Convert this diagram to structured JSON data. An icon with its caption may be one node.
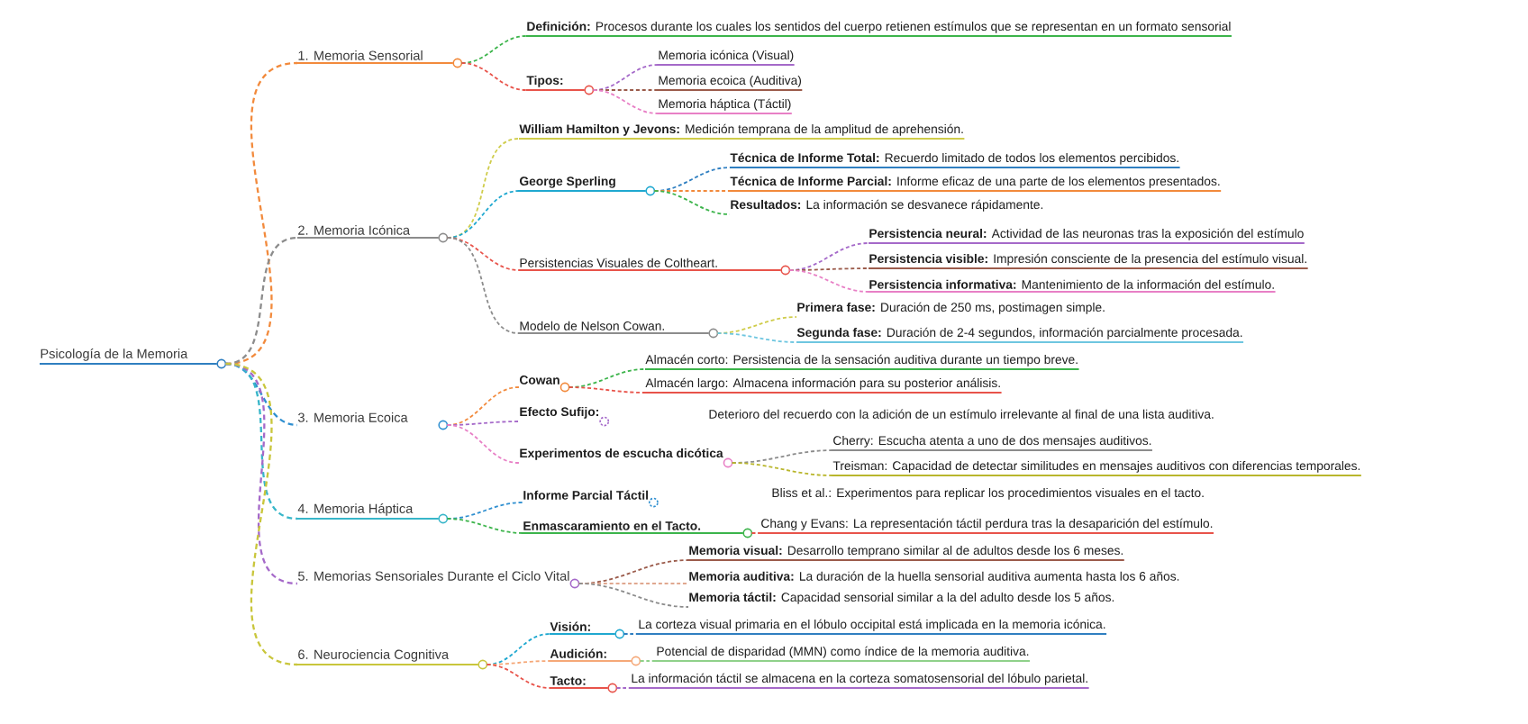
{
  "diagram": {
    "nodes": [
      {
        "text": [
          "Psicología de la Memoria"
        ]
      },
      {
        "text": [
          "1. Memoria Sensorial"
        ]
      },
      {
        "text": [
          "**Definición:** Procesos durante los cuales los sentidos del cuerpo retienen estímulos que se representan en un formato sensorial"
        ]
      },
      {
        "text": [
          "Tipos:"
        ]
      },
      {
        "text": [
          "Memoria icónica (Visual)"
        ]
      },
      {
        "text": [
          "Memoria ecoica (Auditiva)"
        ]
      },
      {
        "text": [
          "Memoria háptica (Táctil)"
        ]
      },
      {
        "text": [
          "2. Memoria Icónica"
        ]
      },
      {
        "text": [
          "**William Hamilton y Jevons:** Medición temprana de la amplitud de aprehensión."
        ]
      },
      {
        "text": [
          "George Sperling"
        ]
      },
      {
        "text": [
          "**Técnica de Informe Total:** Recuerdo limitado de todos los elementos percibidos."
        ]
      },
      {
        "text": [
          "**Técnica de Informe Parcial:** Informe eficaz de una parte de los elementos presentados."
        ]
      },
      {
        "text": [
          "**Resultados:** La información se desvanece rápidamente."
        ]
      },
      {
        "text": [
          "Persistencias Visuales de Coltheart."
        ]
      },
      {
        "text": [
          "**Persistencia neural:** Actividad de las neuronas tras la exposición del estímulo"
        ]
      },
      {
        "text": [
          "**Persistencia visible:** Impresión consciente de la presencia del estímulo visual."
        ]
      },
      {
        "text": [
          "**Persistencia informativa:** Mantenimiento de la información del estímulo."
        ]
      },
      {
        "text": [
          "Modelo de Nelson Cowan."
        ]
      },
      {
        "text": [
          "**Primera fase:** Duración de 250 ms, postimagen simple."
        ]
      },
      {
        "text": [
          "**Segunda fase:** Duración de 2-4 segundos, información parcialmente procesada."
        ]
      },
      {
        "text": [
          "3. Memoria Ecoica"
        ]
      },
      {
        "text": [
          "Cowan"
        ]
      },
      {
        "text": [
          "Almacén corto: Persistencia de la sensación auditiva durante un tiempo breve."
        ]
      },
      {
        "text": [
          "Almacén largo: Almacena información para su posterior análisis."
        ]
      },
      {
        "text": [
          "Efecto Sufijo:"
        ]
      },
      {
        "text": [
          "Experimentos de escucha dicótica"
        ]
      },
      {
        "text": [
          "Cherry: Escucha atenta a uno de dos mensajes auditivos."
        ]
      },
      {
        "text": [
          "Treisman: Capacidad de detectar similitudes en mensajes auditivos con diferencias temporales."
        ]
      },
      {
        "text": [
          "4. Memoria Háptica"
        ]
      },
      {
        "text": [
          "Informe Parcial Táctil"
        ]
      },
      {
        "text": [
          "Enmascaramiento en el Tacto."
        ]
      },
      {
        "text": [
          "Chang y Evans: La representación táctil perdura tras la desaparición del estímulo."
        ]
      },
      {
        "text": [
          "5. Memorias Sensoriales Durante el Ciclo Vital"
        ]
      },
      {
        "text": [
          "**Memoria visual:** Desarrollo temprano similar al de adultos desde los 6 meses."
        ]
      },
      {
        "text": [
          "**Memoria auditiva:** La duración de la huella sensorial auditiva aumenta hasta los 6 años."
        ]
      },
      {
        "text": [
          "**Memoria táctil:** Capacidad sensorial similar a la del adulto desde los 5 años."
        ]
      },
      {
        "text": [
          "6. Neurociencia Cognitiva"
        ]
      },
      {
        "text": [
          "Visión:"
        ]
      },
      {
        "text": [
          "La corteza visual primaria en el lóbulo occipital está implicada en la memoria icónica."
        ]
      },
      {
        "text": [
          "Audición:"
        ]
      },
      {
        "text": [
          "Potencial de disparidad (MMN) como índice de la memoria auditiva."
        ]
      },
      {
        "text": [
          "Tacto:"
        ]
      },
      {
        "text": [
          "La información táctil se almacena en la corteza somatosensorial del lóbulo parietal."
        ]
      }
    ],
    "edges": [
      {
        "from": 0,
        "to": 1,
        "arrow": "none",
        "style": "dashed",
        "color": "#f28a3c"
      },
      {
        "from": 0,
        "to": 7,
        "arrow": "none",
        "style": "dashed",
        "color": "#8c8c8c"
      },
      {
        "from": 0,
        "to": 20,
        "arrow": "none",
        "style": "dashed",
        "color": "#2f8fd0"
      },
      {
        "from": 0,
        "to": 28,
        "arrow": "none",
        "style": "dashed",
        "color": "#38b6c9"
      },
      {
        "from": 0,
        "to": 32,
        "arrow": "none",
        "style": "dashed",
        "color": "#a569c9"
      },
      {
        "from": 0,
        "to": 36,
        "arrow": "none",
        "style": "dashed",
        "color": "#c9c63c"
      },
      {
        "from": 1,
        "to": 2,
        "arrow": "none",
        "style": "dashed",
        "color": "#3cb44b"
      },
      {
        "from": 1,
        "to": 3,
        "arrow": "none",
        "style": "dashed",
        "color": "#e8534a"
      },
      {
        "from": 3,
        "to": 4,
        "arrow": "none",
        "style": "dashed",
        "color": "#a569c9"
      },
      {
        "from": 3,
        "to": 5,
        "arrow": "none",
        "style": "dashed",
        "color": "#9b5b4b"
      },
      {
        "from": 3,
        "to": 6,
        "arrow": "none",
        "style": "dashed",
        "color": "#e880c6"
      },
      {
        "from": 7,
        "to": 8,
        "arrow": "none",
        "style": "dashed",
        "color": "#cfcc4a"
      },
      {
        "from": 7,
        "to": 9,
        "arrow": "none",
        "style": "dashed",
        "color": "#1fa8d0"
      },
      {
        "from": 7,
        "to": 13,
        "arrow": "none",
        "style": "dashed",
        "color": "#e8534a"
      },
      {
        "from": 7,
        "to": 17,
        "arrow": "none",
        "style": "dashed",
        "color": "#8c8c8c"
      },
      {
        "from": 9,
        "to": 10,
        "arrow": "none",
        "style": "dashed",
        "color": "#2f7fc1"
      },
      {
        "from": 9,
        "to": 11,
        "arrow": "none",
        "style": "dashed",
        "color": "#f28a3c"
      },
      {
        "from": 9,
        "to": 12,
        "arrow": "none",
        "style": "dashed",
        "color": "#3cb44b"
      },
      {
        "from": 13,
        "to": 14,
        "arrow": "none",
        "style": "dashed",
        "color": "#a569c9"
      },
      {
        "from": 13,
        "to": 15,
        "arrow": "none",
        "style": "dashed",
        "color": "#9b5b4b"
      },
      {
        "from": 13,
        "to": 16,
        "arrow": "none",
        "style": "dashed",
        "color": "#e880c6"
      },
      {
        "from": 17,
        "to": 18,
        "arrow": "none",
        "style": "dashed",
        "color": "#cfcc4a"
      },
      {
        "from": 17,
        "to": 19,
        "arrow": "none",
        "style": "dashed",
        "color": "#6ec6e0"
      },
      {
        "from": 20,
        "to": 21,
        "arrow": "none",
        "style": "dashed",
        "color": "#f28a3c"
      },
      {
        "from": 20,
        "to": 24,
        "arrow": "none",
        "style": "dashed",
        "color": "#a569c9"
      },
      {
        "from": 20,
        "to": 25,
        "arrow": "none",
        "style": "dashed",
        "color": "#e880c6"
      },
      {
        "from": 21,
        "to": 22,
        "arrow": "none",
        "style": "dashed",
        "color": "#3cb44b"
      },
      {
        "from": 21,
        "to": 23,
        "arrow": "none",
        "style": "dashed",
        "color": "#e8534a"
      },
      {
        "from": 25,
        "to": 26,
        "arrow": "none",
        "style": "dashed",
        "color": "#8c8c8c"
      },
      {
        "from": 25,
        "to": 27,
        "arrow": "none",
        "style": "dashed",
        "color": "#b9b62c"
      },
      {
        "from": 28,
        "to": 29,
        "arrow": "none",
        "style": "dashed",
        "color": "#2f8fd0"
      },
      {
        "from": 28,
        "to": 30,
        "arrow": "none",
        "style": "dashed",
        "color": "#3cb44b"
      },
      {
        "from": 30,
        "to": 31,
        "arrow": "none",
        "style": "dashed",
        "color": "#e8534a"
      },
      {
        "from": 32,
        "to": 33,
        "arrow": "none",
        "style": "dashed",
        "color": "#9b5b4b"
      },
      {
        "from": 32,
        "to": 34,
        "arrow": "none",
        "style": "dashed",
        "color": "#e0a890"
      },
      {
        "from": 32,
        "to": 35,
        "arrow": "none",
        "style": "dashed",
        "color": "#8c8c8c"
      },
      {
        "from": 36,
        "to": 37,
        "arrow": "none",
        "style": "dashed",
        "color": "#1fa8d0"
      },
      {
        "from": 36,
        "to": 39,
        "arrow": "none",
        "style": "dashed",
        "color": "#f5a878"
      },
      {
        "from": 36,
        "to": 41,
        "arrow": "none",
        "style": "dashed",
        "color": "#e8534a"
      },
      {
        "from": 37,
        "to": 38,
        "arrow": "none",
        "style": "dashed",
        "color": "#2f7fc1"
      },
      {
        "from": 39,
        "to": 40,
        "arrow": "none",
        "style": "dashed",
        "color": "#8fd18a"
      },
      {
        "from": 41,
        "to": 42,
        "arrow": "none",
        "style": "dashed",
        "color": "#a569c9"
      }
    ],
    "labels": [
      "Deterioro del recuerdo con la adición de un estímulo irrelevante al final de una lista auditiva.",
      "Bliss et al.: Experimentos para replicar los procedimientos visuales en el tacto."
    ]
  }
}
